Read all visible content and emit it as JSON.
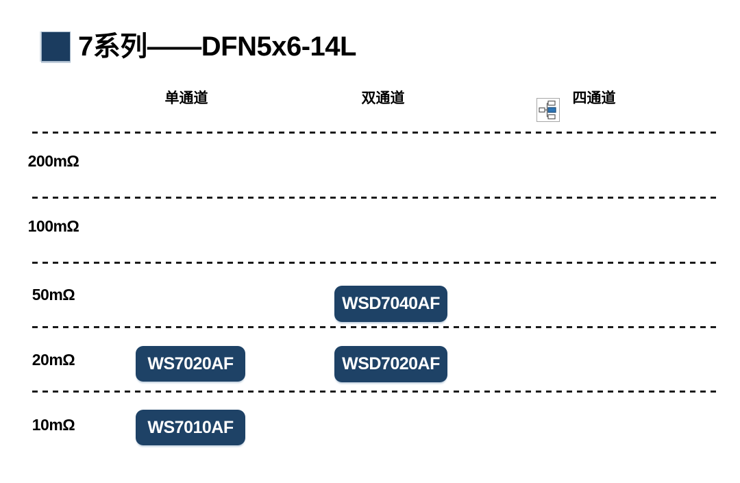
{
  "title": {
    "text": "7系列——DFN5x6-14L"
  },
  "columns": [
    {
      "label": "单通道"
    },
    {
      "label": "双通道"
    },
    {
      "label": "四通道",
      "icon": "org-chart-icon"
    }
  ],
  "rows": [
    {
      "label": "200mΩ"
    },
    {
      "label": "100mΩ"
    },
    {
      "label": "50mΩ"
    },
    {
      "label": "20mΩ"
    },
    {
      "label": "10mΩ"
    }
  ],
  "chips": [
    {
      "label": "WSD7040AF",
      "row": "50mΩ",
      "column": "双通道"
    },
    {
      "label": "WS7020AF",
      "row": "20mΩ",
      "column": "单通道"
    },
    {
      "label": "WSD7020AF",
      "row": "20mΩ",
      "column": "双通道"
    },
    {
      "label": "WS7010AF",
      "row": "10mΩ",
      "column": "单通道"
    }
  ],
  "colors": {
    "navy_accent": "#1E4266",
    "title_square": "#1B3C5F",
    "icon_blue": "#2E75B6",
    "dash": "#1A1A1A",
    "text": "#000000",
    "chip_text": "#FFFFFF"
  }
}
